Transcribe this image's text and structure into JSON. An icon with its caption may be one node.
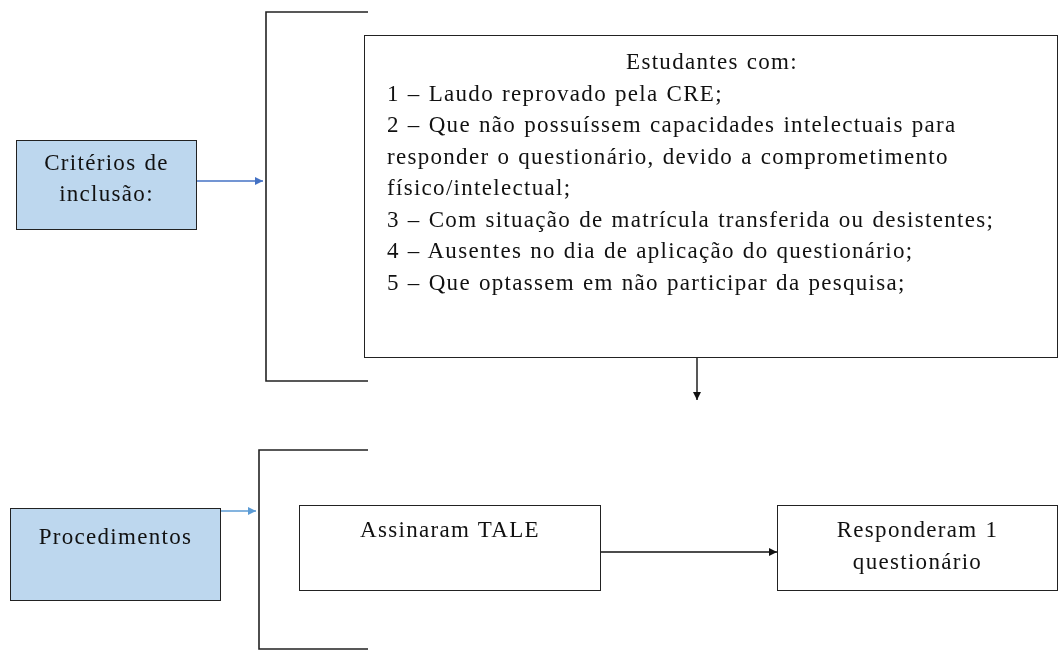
{
  "diagram": {
    "nodes": [
      {
        "text": [
          "Critérios de inclusão:"
        ]
      },
      {
        "text": [],
        "shape": "bracket"
      },
      {
        "text": [
          "Estudantes com:",
          "1 – Laudo reprovado pela CRE;",
          "2 – Que não possuíssem capacidades intelectuais para responder o questionário, devido a comprometimento físico/intelectual;",
          "3 – Com situação de matrícula transferida ou desistentes;",
          "4 – Ausentes no dia de aplicação do questionário;",
          "5 – Que optassem em não participar da pesquisa;"
        ]
      },
      {
        "text": [
          "Procedimentos"
        ]
      },
      {
        "text": [],
        "shape": "bracket"
      },
      {
        "text": [
          "Assinaram TALE"
        ]
      },
      {
        "text": [
          "Responderam 1 questionário"
        ]
      }
    ],
    "edges": [
      {
        "from": 0,
        "to": 1,
        "arrow": "to",
        "color": "#4472c4"
      },
      {
        "from": 2,
        "to": null,
        "arrow": "to"
      },
      {
        "from": 3,
        "to": 4,
        "arrow": "to",
        "color": "#5b9bd5"
      },
      {
        "from": 5,
        "to": 6,
        "arrow": "to"
      }
    ]
  }
}
